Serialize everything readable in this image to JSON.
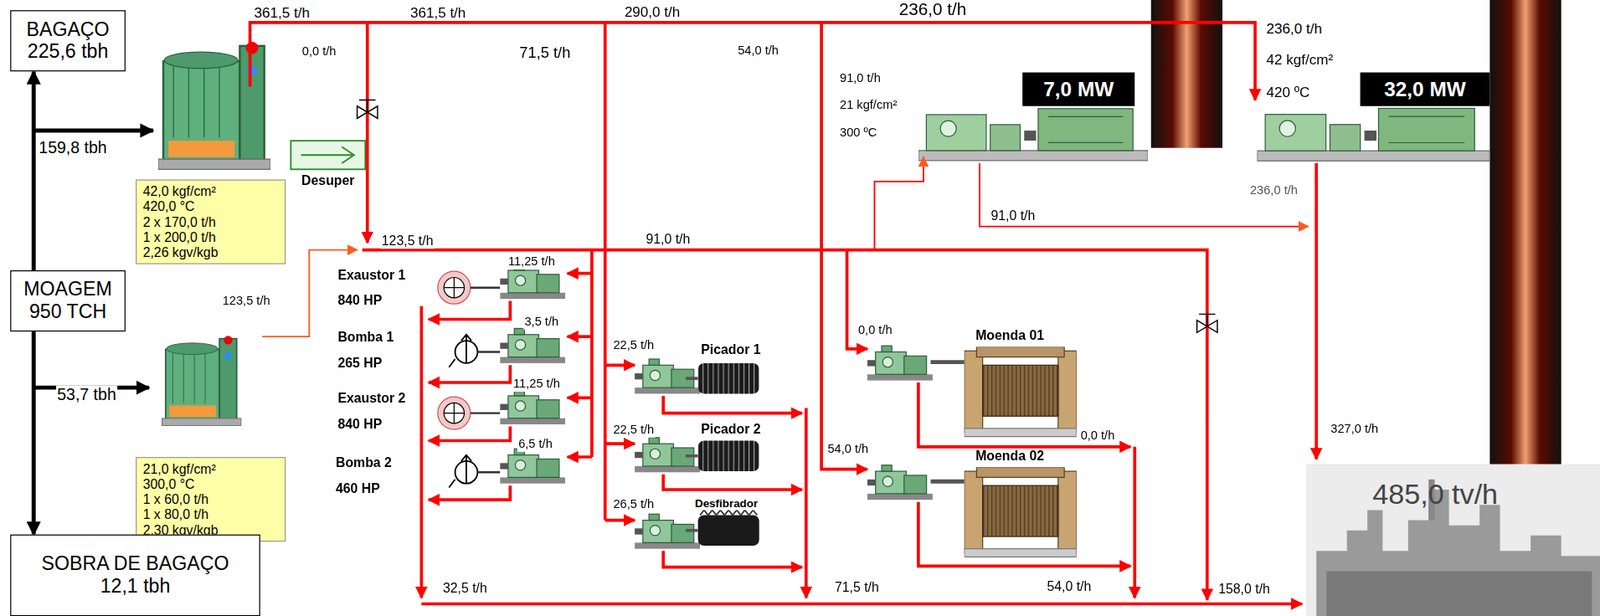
{
  "diagram": {
    "nodes": [
      {
        "text": [
          "BAGAÇO",
          "225,6 tbh"
        ]
      },
      {
        "text": [
          "42,0 kgf/cm²",
          "420,0 °C",
          "2 x 170,0 t/h",
          "1 x 200,0 t/h",
          "2,26 kgv/kgb"
        ]
      },
      {
        "text": [
          "Desuper"
        ]
      },
      {
        "text": [
          "MOAGEM",
          "950 TCH"
        ]
      },
      {
        "text": [
          "21,0 kgf/cm²",
          "300,0 °C",
          "1 x 60,0 t/h",
          "1 x 80,0  t/h",
          "2,30 kgv/kgb"
        ]
      },
      {
        "text": [
          "SOBRA DE BAGAÇO",
          "12,1 tbh"
        ]
      },
      {
        "text": [
          "7,0 MW"
        ]
      },
      {
        "text": [
          "32,0 MW"
        ]
      },
      {
        "text": [
          "485,0 tv/h"
        ]
      }
    ],
    "edges": [
      {
        "from": 3,
        "to": 0,
        "arrow": "to"
      },
      {
        "from": 3,
        "to": 5,
        "arrow": "to"
      }
    ],
    "labels": [
      "361,5 t/h",
      "361,5 t/h",
      "290,0 t/h",
      "236,0 t/h",
      "236,0 t/h",
      "42 kgf/cm²",
      "420 ºC",
      "0,0 t/h",
      "71,5 t/h",
      "54,0 t/h",
      "91,0 t/h",
      "21 kgf/cm²",
      "300 ºC",
      "159,8 tbh",
      "236,0 t/h",
      "91,0 t/h",
      "123,5 t/h",
      "91,0 t/h",
      "123,5 t/h",
      "Exaustor 1",
      "840 HP",
      "11,25 t/h",
      "Bomba 1",
      "265 HP",
      "3,5 t/h",
      "22,5 t/h",
      "Picador 1",
      "0,0 t/h",
      "Moenda 01",
      "Exaustor 2",
      "840 HP",
      "11,25 t/h",
      "22,5 t/h",
      "Picador 2",
      "53,7 tbh",
      "Bomba 2",
      "460 HP",
      "6,5 t/h",
      "54,0 t/h",
      "Moenda 02",
      "0,0 t/h",
      "327,0 t/h",
      "26,5 t/h",
      "Desfibrador",
      "32,5 t/h",
      "71,5 t/h",
      "54,0 t/h",
      "158,0 t/h"
    ]
  }
}
